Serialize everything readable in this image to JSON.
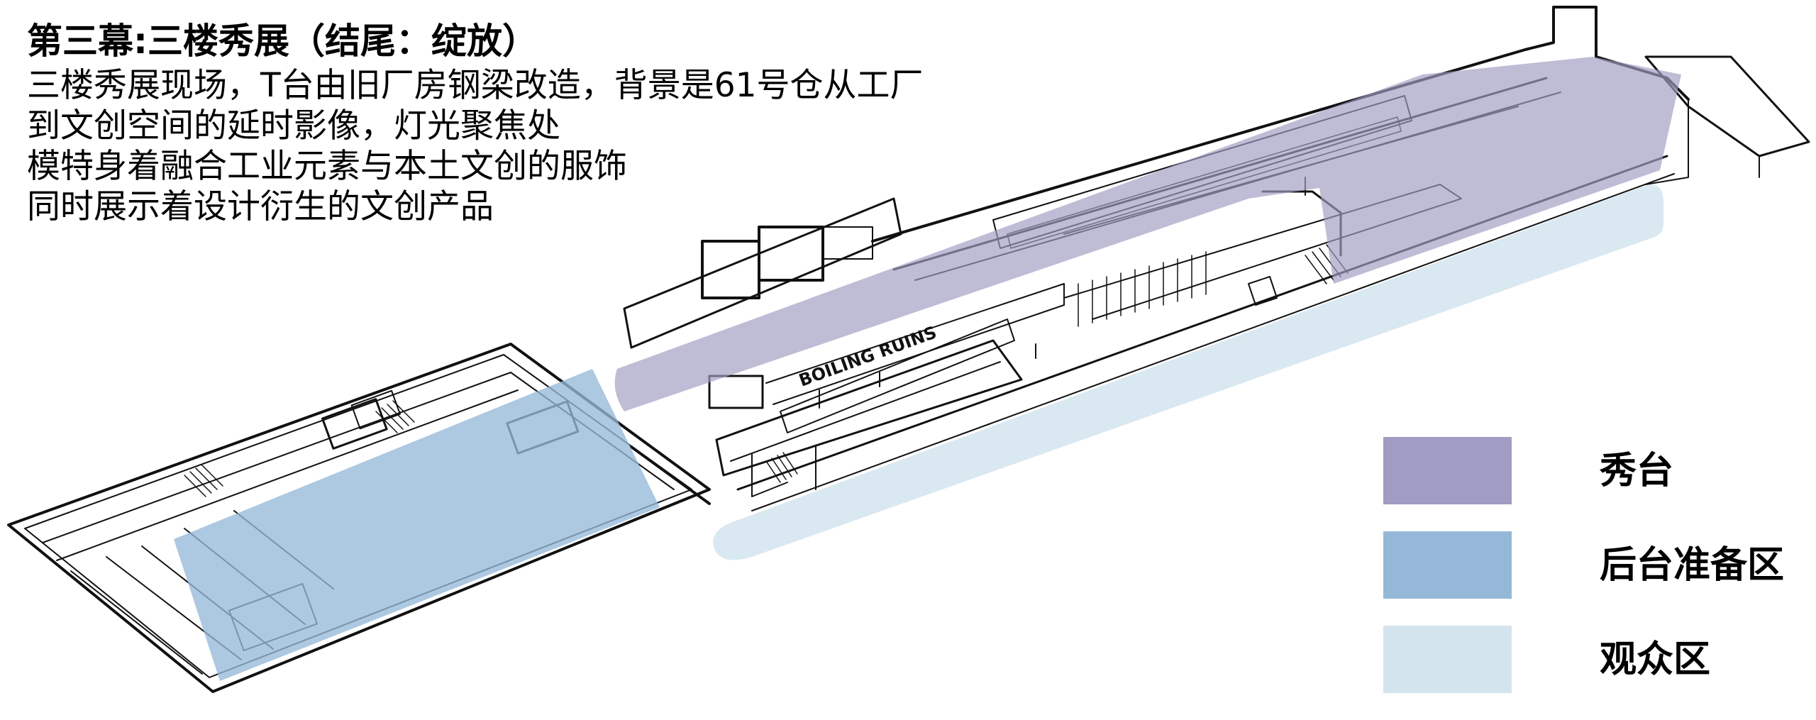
{
  "title": "第三幕:三楼秀展（结尾：绽放）",
  "description": [
    "三楼秀展现场，T台由旧厂房钢梁改造，背景是61号仓从工厂",
    "到文创空间的延时影像，灯光聚焦处",
    "模特身着融合工业元素与本土文创的服饰",
    "同时展示着设计衍生的文创产品"
  ],
  "sign_text": "BOILING  RUINS",
  "legend": [
    {
      "label": "秀台",
      "color": "#a09cc3"
    },
    {
      "label": "后台准备区",
      "color": "#96b8d8"
    },
    {
      "label": "观众区",
      "color": "#d3e4ef"
    }
  ]
}
